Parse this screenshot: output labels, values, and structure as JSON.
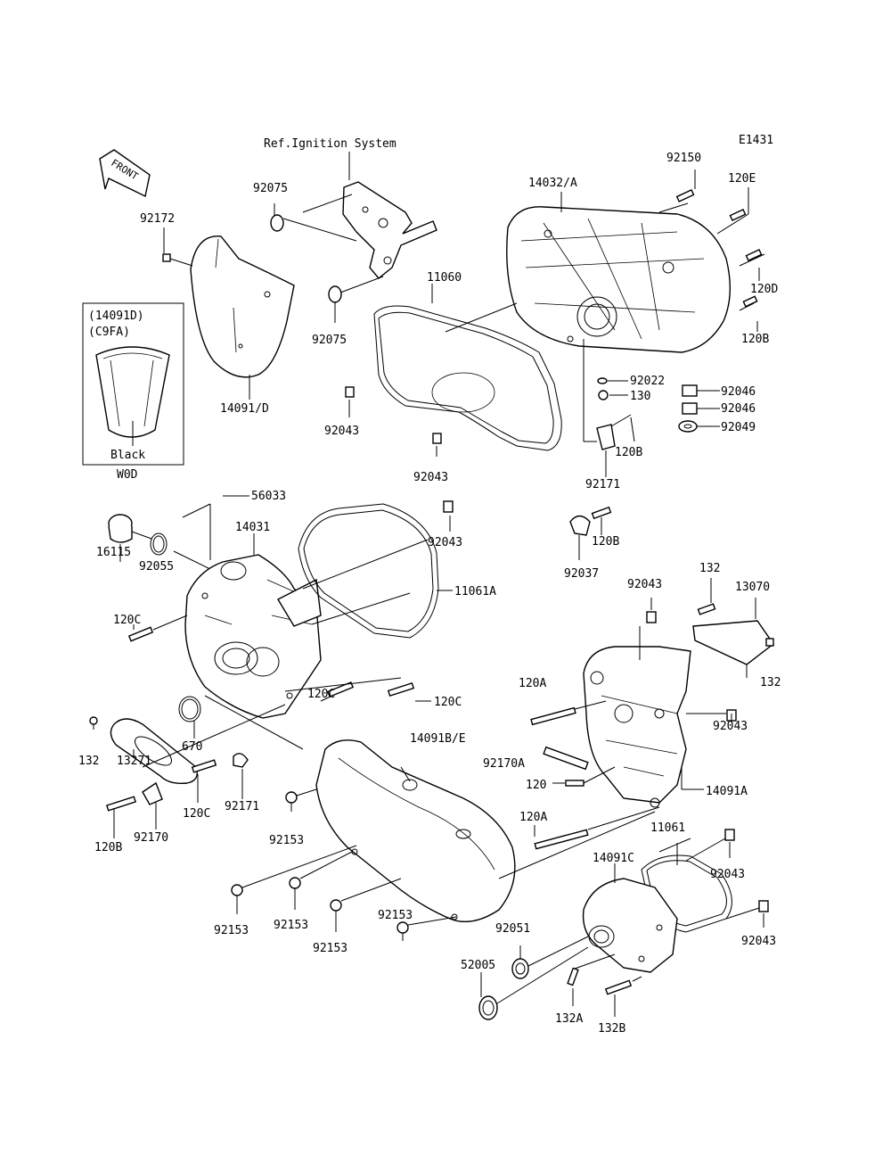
{
  "diagram": {
    "code": "E1431",
    "front_label": "FRONT",
    "ref_note": "Ref.Ignition System",
    "inset": {
      "line1": "(14091D)",
      "line2": "(C9FA)",
      "color": "Black",
      "code": "W0D"
    },
    "labels": [
      {
        "id": "l01",
        "text": "92075"
      },
      {
        "id": "l02",
        "text": "92172"
      },
      {
        "id": "l03",
        "text": "92075"
      },
      {
        "id": "l04",
        "text": "14091/D"
      },
      {
        "id": "l05",
        "text": "11060"
      },
      {
        "id": "l06",
        "text": "92043"
      },
      {
        "id": "l07",
        "text": "92043"
      },
      {
        "id": "l08",
        "text": "14032/A"
      },
      {
        "id": "l09",
        "text": "92150"
      },
      {
        "id": "l10",
        "text": "120E"
      },
      {
        "id": "l11",
        "text": "120D"
      },
      {
        "id": "l12",
        "text": "120B"
      },
      {
        "id": "l13",
        "text": "92022"
      },
      {
        "id": "l14",
        "text": "130"
      },
      {
        "id": "l15",
        "text": "92046"
      },
      {
        "id": "l16",
        "text": "92046"
      },
      {
        "id": "l17",
        "text": "92049"
      },
      {
        "id": "l18",
        "text": "120B"
      },
      {
        "id": "l19",
        "text": "92171"
      },
      {
        "id": "l20",
        "text": "56033"
      },
      {
        "id": "l21",
        "text": "14031"
      },
      {
        "id": "l22",
        "text": "92043"
      },
      {
        "id": "l23",
        "text": "16115"
      },
      {
        "id": "l24",
        "text": "92055"
      },
      {
        "id": "l25",
        "text": "11061A"
      },
      {
        "id": "l26",
        "text": "120B"
      },
      {
        "id": "l27",
        "text": "92037"
      },
      {
        "id": "l28",
        "text": "120C"
      },
      {
        "id": "l29",
        "text": "132"
      },
      {
        "id": "l30",
        "text": "92043"
      },
      {
        "id": "l31",
        "text": "13070"
      },
      {
        "id": "l32",
        "text": "120C"
      },
      {
        "id": "l33",
        "text": "120C"
      },
      {
        "id": "l34",
        "text": "120A"
      },
      {
        "id": "l35",
        "text": "132"
      },
      {
        "id": "l36",
        "text": "132"
      },
      {
        "id": "l37",
        "text": "13271"
      },
      {
        "id": "l38",
        "text": "670"
      },
      {
        "id": "l39",
        "text": "92043"
      },
      {
        "id": "l40",
        "text": "14091B/E"
      },
      {
        "id": "l41",
        "text": "92170A"
      },
      {
        "id": "l42",
        "text": "120"
      },
      {
        "id": "l43",
        "text": "14091A"
      },
      {
        "id": "l44",
        "text": "120C"
      },
      {
        "id": "l45",
        "text": "92171"
      },
      {
        "id": "l46",
        "text": "120B"
      },
      {
        "id": "l47",
        "text": "92170"
      },
      {
        "id": "l48",
        "text": "92153"
      },
      {
        "id": "l49",
        "text": "120A"
      },
      {
        "id": "l50",
        "text": "11061"
      },
      {
        "id": "l51",
        "text": "92043"
      },
      {
        "id": "l52",
        "text": "14091C"
      },
      {
        "id": "l53",
        "text": "92153"
      },
      {
        "id": "l54",
        "text": "92153"
      },
      {
        "id": "l55",
        "text": "92153"
      },
      {
        "id": "l56",
        "text": "92153"
      },
      {
        "id": "l57",
        "text": "92051"
      },
      {
        "id": "l58",
        "text": "92043"
      },
      {
        "id": "l59",
        "text": "52005"
      },
      {
        "id": "l60",
        "text": "132A"
      },
      {
        "id": "l61",
        "text": "132B"
      }
    ]
  }
}
